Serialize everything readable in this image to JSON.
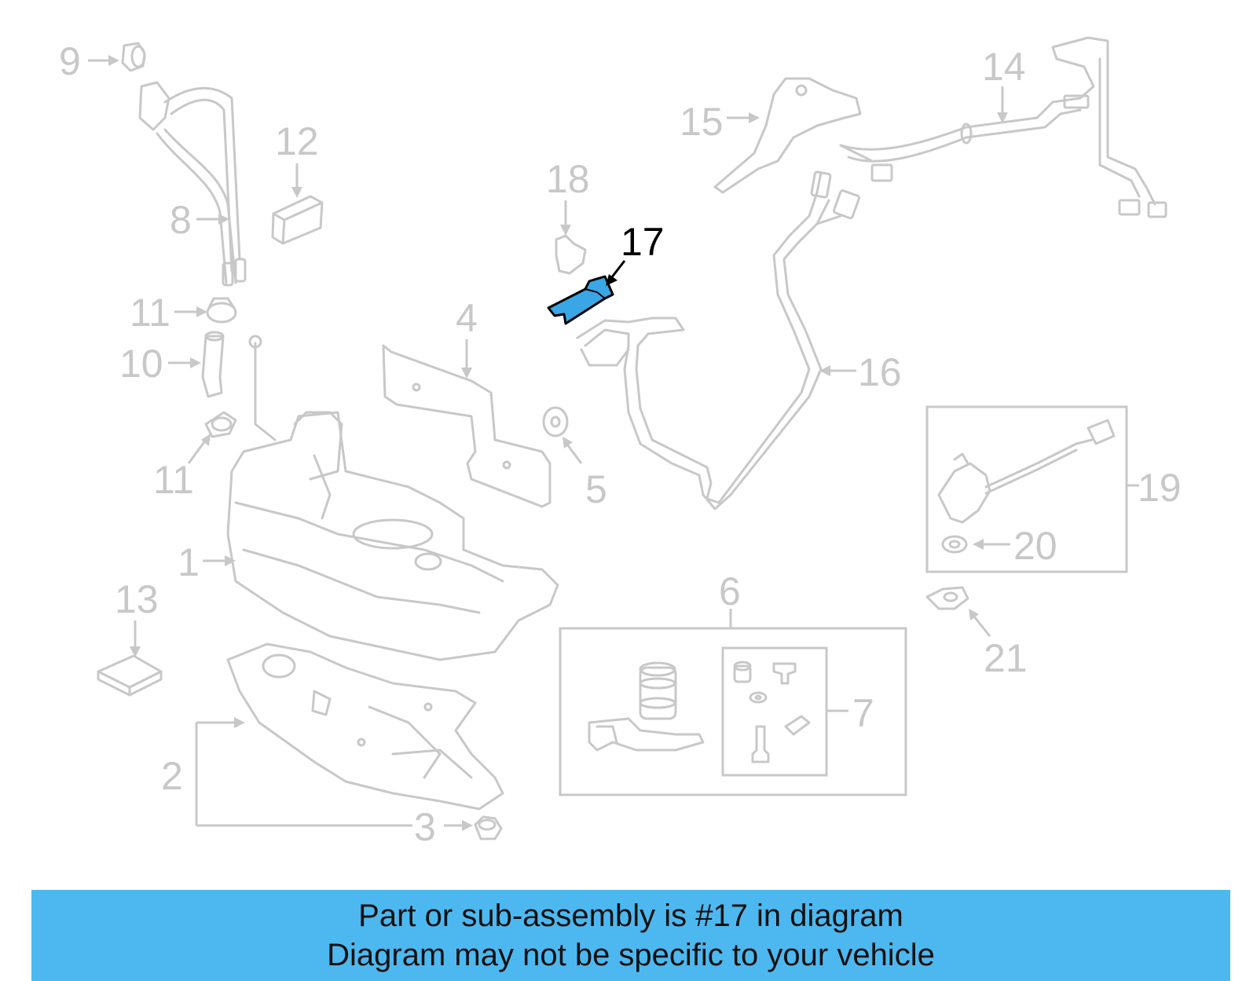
{
  "labels": {
    "p1": "1",
    "p2": "2",
    "p3": "3",
    "p4": "4",
    "p5": "5",
    "p6": "6",
    "p7": "7",
    "p8": "8",
    "p9": "9",
    "p10": "10",
    "p11a": "11",
    "p11b": "11",
    "p12": "12",
    "p13": "13",
    "p14": "14",
    "p15": "15",
    "p16": "16",
    "p17": "17",
    "p18": "18",
    "p19": "19",
    "p20": "20",
    "p21": "21"
  },
  "highlighted_part": "17",
  "colors": {
    "part_gray": "#c8c8c8",
    "highlight_fill": "#3aa6e6",
    "banner": "#4db8f0"
  },
  "banner": {
    "line1": "Part or sub-assembly is #17 in diagram",
    "line2": "Diagram may not be specific to your vehicle"
  }
}
